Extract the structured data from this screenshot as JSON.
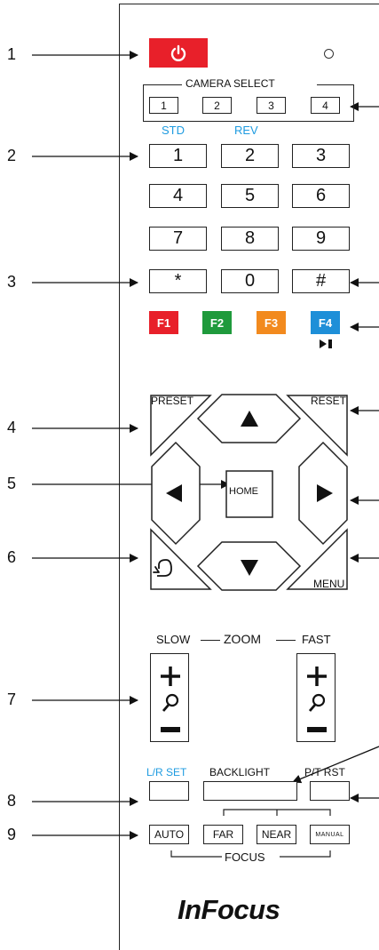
{
  "callouts": [
    "1",
    "2",
    "3",
    "4",
    "5",
    "6",
    "7",
    "8",
    "9"
  ],
  "camera_select": {
    "title": "CAMERA SELECT",
    "keys": [
      "1",
      "2",
      "3",
      "4"
    ]
  },
  "numpad": {
    "std_label": "STD",
    "rev_label": "REV",
    "keys": [
      "1",
      "2",
      "3",
      "4",
      "5",
      "6",
      "7",
      "8",
      "9",
      "*",
      "0",
      "#"
    ]
  },
  "function_keys": [
    {
      "label": "F1",
      "color": "#e8202a"
    },
    {
      "label": "F2",
      "color": "#1f9a3c"
    },
    {
      "label": "F3",
      "color": "#f28a1e"
    },
    {
      "label": "F4",
      "color": "#1e8fd8"
    }
  ],
  "nav": {
    "preset": "PRESET",
    "reset": "RESET",
    "home": "HOME",
    "menu": "MENU"
  },
  "zoom": {
    "slow": "SLOW",
    "title": "ZOOM",
    "fast": "FAST"
  },
  "bottom": {
    "lr_set": "L/R SET",
    "backlight": "BACKLIGHT",
    "pt_rst": "P/T RST",
    "auto": "AUTO",
    "far": "FAR",
    "near": "NEAR",
    "manual": "MANUAL",
    "focus": "FOCUS"
  },
  "brand": "InFocus",
  "colors": {
    "power": "#e8202a",
    "blue_label": "#1e9be0"
  }
}
